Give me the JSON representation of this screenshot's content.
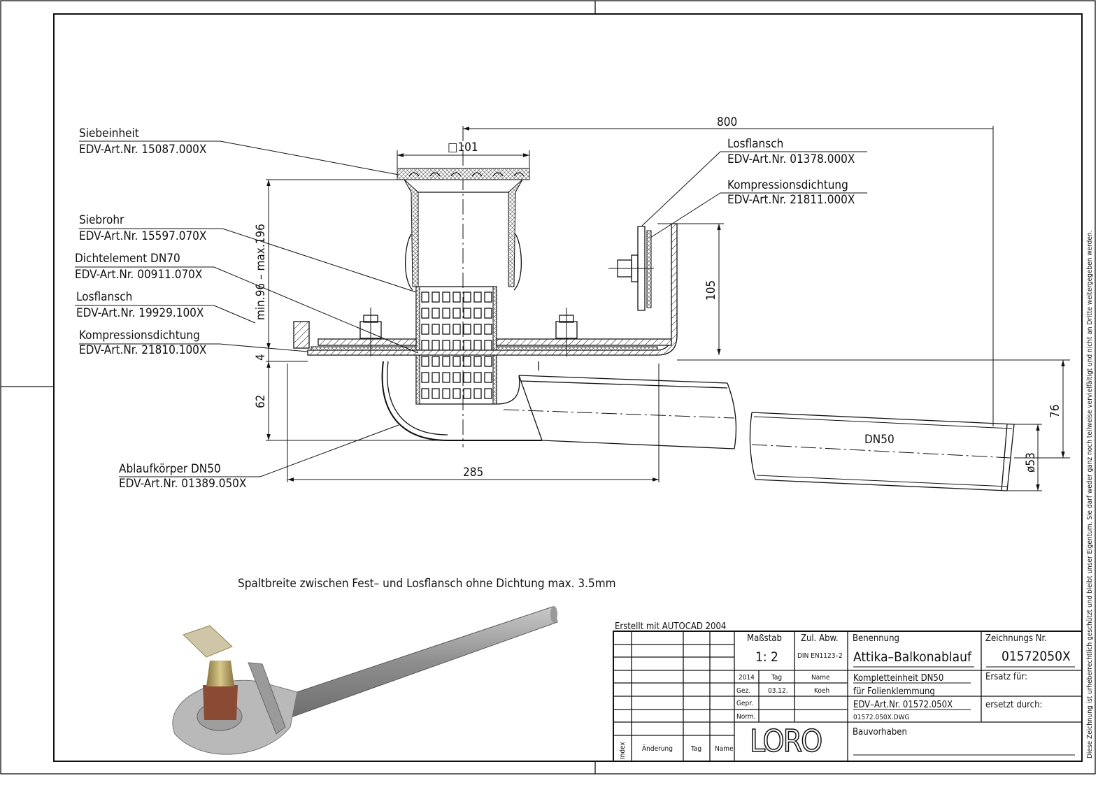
{
  "labels": [
    {
      "name": "Siebeinheit",
      "art": "EDV-Art.Nr.  15087.000X"
    },
    {
      "name": "Siebrohr",
      "art": "EDV-Art.Nr.  15597.070X"
    },
    {
      "name": "Dichtelement  DN70",
      "art": "EDV-Art.Nr.  00911.070X"
    },
    {
      "name": "Losflansch",
      "art": "EDV-Art.Nr.  19929.100X"
    },
    {
      "name": "Kompressionsdichtung",
      "art": "EDV-Art.Nr.  21810.100X"
    },
    {
      "name": "Ablaufkörper  DN50",
      "art": "EDV-Art.Nr.  01389.050X"
    },
    {
      "name": "Losflansch",
      "art": "EDV-Art.Nr.  01378.000X"
    },
    {
      "name": "Kompressionsdichtung",
      "art": "EDV-Art.Nr.  21811.000X"
    }
  ],
  "dimensions": {
    "length": "800",
    "square": "□101",
    "height_range": "min.96  –  max.196",
    "plate": "4",
    "depth": "62",
    "width": "285",
    "flange_height": "105",
    "pipe_drop": "76",
    "pipe_diameter": "ø53",
    "pipe_label": "DN50"
  },
  "note": "Spaltbreite  zwischen  Fest–  und  Losflansch  ohne  Dichtung  max.  3.5mm",
  "copyright": "Diese Zeichnung ist urheberrechtlich geschützt und bleibt unser Eigentum. Sie darf weder ganz noch teilweise vervielfältigt und nicht an Dritte weitergegeben werden.",
  "title_block": {
    "created_with": "Erstellt  mit  AUTOCAD  2004",
    "scale_label": "Maßstab",
    "scale": "1: 2",
    "tolerance_label": "Zul.  Abw.",
    "tolerance": "DIN  EN1123–2",
    "name_label": "Benennung",
    "name": "Attika–Balkonablauf",
    "drawing_no_label": "Zeichnungs  Nr.",
    "drawing_no": "01572050X",
    "year": "2014",
    "day_label": "Tag",
    "person_label": "Name",
    "drawn_label": "Gez.",
    "drawn_date": "03.12.",
    "drawn_by": "Koeh",
    "checked_label": "Gepr.",
    "norm_label": "Norm.",
    "desc1": "Kompletteinheit  DN50",
    "desc2": "für  Folienklemmung",
    "desc3": "EDV–Art.Nr.  01572.050X",
    "file": "01572.050X.DWG",
    "replaces_label": "Ersatz  für:",
    "replaced_by_label": "ersetzt  durch:",
    "project_label": "Bauvorhaben",
    "index_label": "Index",
    "change_label": "Änderung",
    "rev_day_label": "Tag",
    "rev_name_label": "Name",
    "logo": "LORO"
  }
}
